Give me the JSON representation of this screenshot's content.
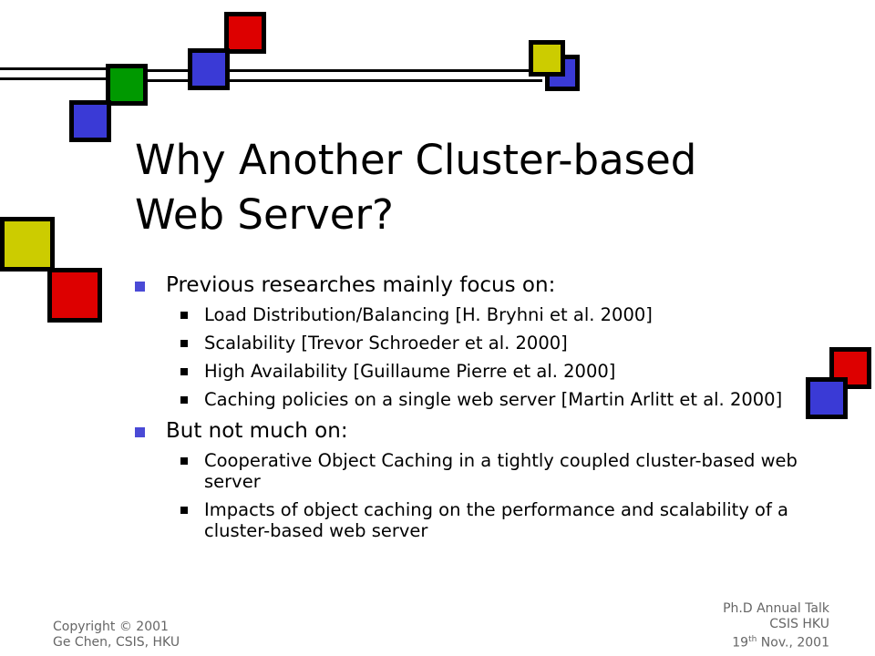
{
  "slide": {
    "title_lines": [
      "Why Another Cluster-based",
      "Web Server?"
    ],
    "bullets": [
      {
        "text": "Previous researches mainly focus on:",
        "subs": [
          "Load Distribution/Balancing [H. Bryhni et al. 2000]",
          "Scalability [Trevor Schroeder et al. 2000]",
          "High Availability [Guillaume Pierre et al. 2000]",
          "Caching policies on a single web server [Martin Arlitt et al. 2000]"
        ]
      },
      {
        "text": "But not much on:",
        "subs": [
          "Cooperative Object Caching in a tightly coupled cluster-based web server",
          "Impacts of object caching on the performance and scalability of a cluster-based web server"
        ]
      }
    ]
  },
  "footer": {
    "left_lines": [
      "Copyright © 2001",
      "Ge Chen, CSIS, HKU"
    ],
    "right_lines": [
      "Ph.D Annual Talk",
      "CSIS HKU"
    ],
    "date": {
      "day": "19",
      "suffix": "th",
      "rest": " Nov., 2001"
    }
  },
  "colors": {
    "blue": "#3a3ad6",
    "red": "#dd0000",
    "green": "#009900",
    "yellow": "#cccc00",
    "bullet": "#4a4ad6"
  }
}
